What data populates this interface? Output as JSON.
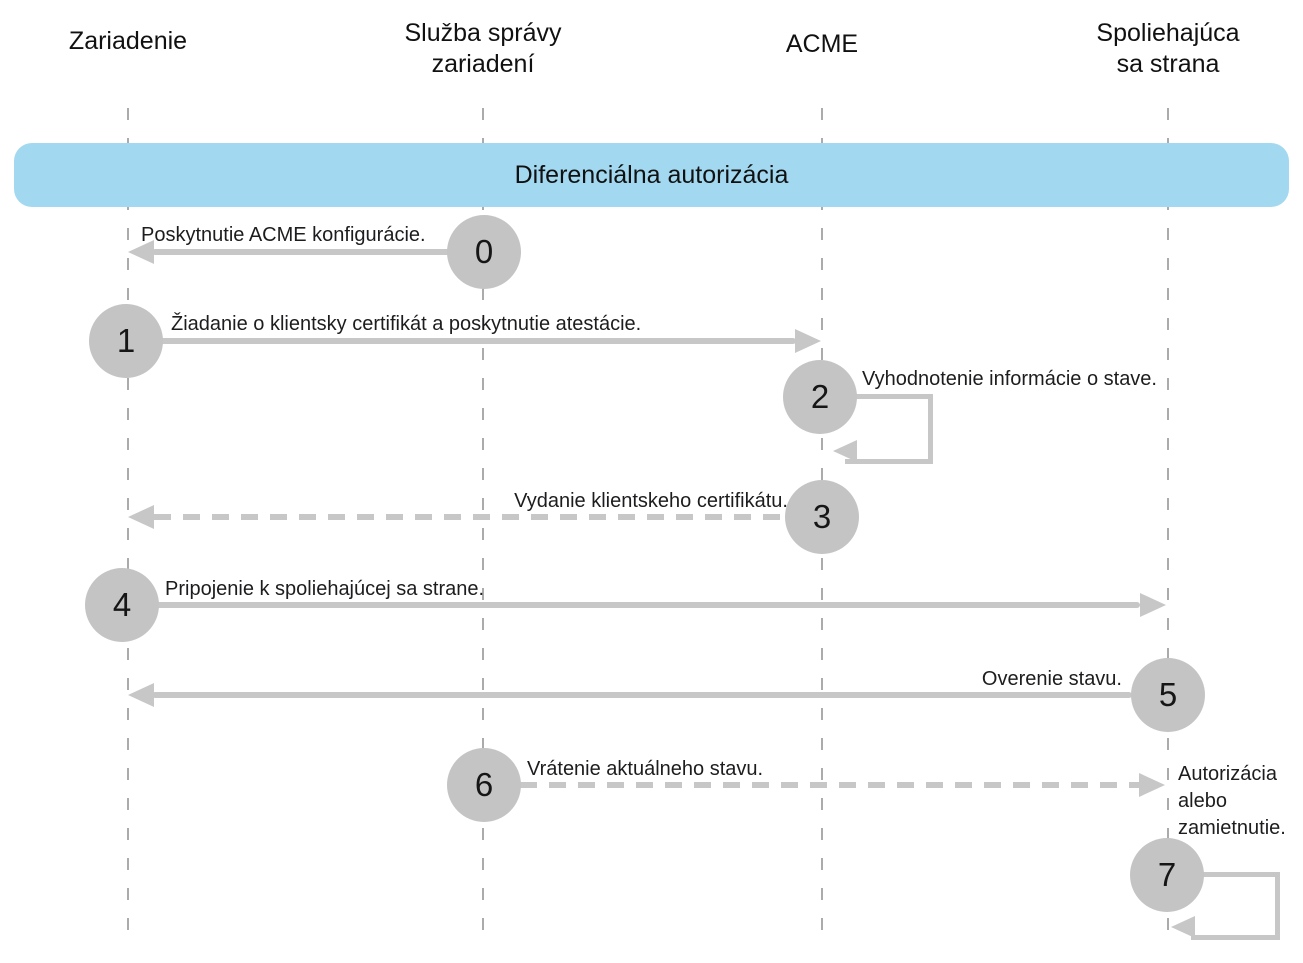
{
  "diagram": {
    "title": "Diferenciálna autorizácia",
    "actors": [
      {
        "lines": [
          "Zariadenie"
        ]
      },
      {
        "lines": [
          "Služba správy",
          "zariadení"
        ]
      },
      {
        "lines": [
          "ACME"
        ]
      },
      {
        "lines": [
          "Spoliehajúca",
          "sa strana"
        ]
      }
    ],
    "steps": [
      {
        "num": "0",
        "label": "Poskytnutie ACME konfigurácie."
      },
      {
        "num": "1",
        "label": "Žiadanie o klientsky certifikát a poskytnutie atestácie."
      },
      {
        "num": "2",
        "label": "Vyhodnotenie informácie o stave."
      },
      {
        "num": "3",
        "label": "Vydanie klientskeho certifikátu."
      },
      {
        "num": "4",
        "label": "Pripojenie k spoliehajúcej sa strane."
      },
      {
        "num": "5",
        "label": "Overenie stavu."
      },
      {
        "num": "6",
        "label": "Vrátenie aktuálneho stavu."
      },
      {
        "num": "7",
        "label": ""
      }
    ],
    "note": {
      "lines": [
        "Autorizácia",
        "alebo",
        "zamietnutie."
      ]
    },
    "colors": {
      "banner_bg": "#a2d8f0",
      "badge_bg": "#c4c4c4",
      "arrow": "#c7c7c7",
      "lifeline": "#ababab",
      "text": "#1d1d1f"
    }
  }
}
